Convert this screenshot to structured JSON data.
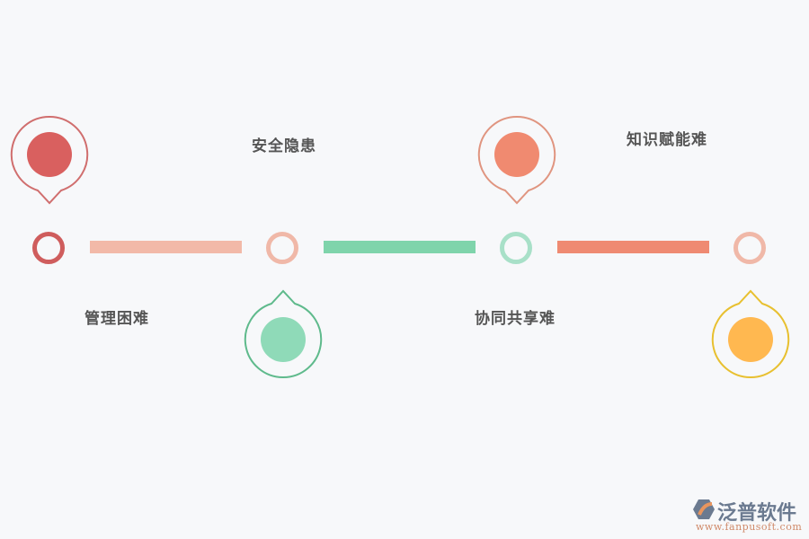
{
  "diagram": {
    "type": "timeline",
    "nodes": [
      {
        "label": "管理困难",
        "pin_color": "#d9605f",
        "pin_stroke": "#d06e6e",
        "ring_color": "#cf5d5d",
        "pin_position": "above",
        "label_position": "below"
      },
      {
        "label": "安全隐患",
        "pin_color": "#8fdab8",
        "pin_stroke": "#5fba8c",
        "ring_color": "#f0b8a8",
        "pin_position": "below",
        "label_position": "above"
      },
      {
        "label": "协同共享难",
        "pin_color": "#f08a70",
        "pin_stroke": "#e09580",
        "ring_color": "#a8e0c8",
        "pin_position": "above",
        "label_position": "below"
      },
      {
        "label": "知识赋能难",
        "pin_color": "#ffb850",
        "pin_stroke": "#e8c030",
        "ring_color": "#f0b8a8",
        "pin_position": "below",
        "label_position": "above"
      }
    ],
    "connectors": [
      {
        "color": "#f2b9a8"
      },
      {
        "color": "#7fd4ab"
      },
      {
        "color": "#ef8a72"
      }
    ]
  },
  "logo": {
    "name": "泛普软件",
    "url": "www.fanpusoft.com"
  }
}
